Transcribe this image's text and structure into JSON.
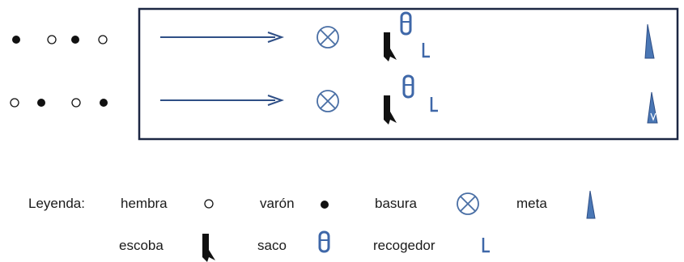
{
  "rows": [
    {
      "sequence": [
        "varon",
        "hembra",
        "varon",
        "hembra"
      ]
    },
    {
      "sequence": [
        "hembra",
        "varon",
        "hembra",
        "varon"
      ]
    }
  ],
  "colors": {
    "arrow": "#2f4f86",
    "frame": "#1c2743",
    "basura": "#4a6fa5",
    "meta": "#4a77b5",
    "saco": "#3e67a8",
    "recogedor": "#3e67a8",
    "escoba": "#111111"
  },
  "legend": {
    "prefix": "Leyenda:",
    "hembra": "hembra",
    "varon": "varón",
    "basura": "basura",
    "meta": "meta",
    "escoba": "escoba",
    "saco": "saco",
    "recogedor": "recogedor"
  }
}
